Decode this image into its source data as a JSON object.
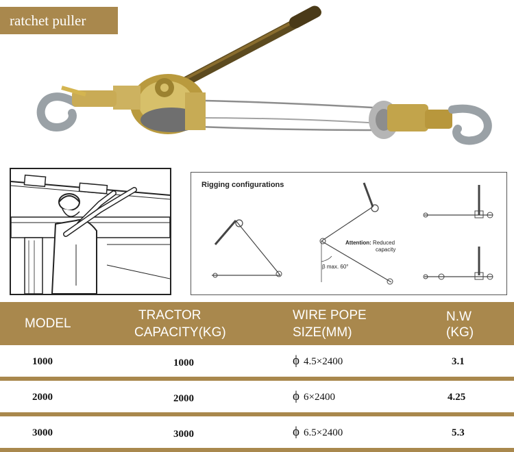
{
  "header": {
    "title": "ratchet puller"
  },
  "rigging": {
    "title": "Rigging configurations",
    "attention_label": "Attention:",
    "attention_text_line1": "Reduced",
    "attention_text_line2": "capacity",
    "beta_label": "β max. 60°"
  },
  "table": {
    "headers": {
      "model": "MODEL",
      "capacity_line1": "TRACTOR",
      "capacity_line2": "CAPACITY(KG)",
      "wire_line1": "WIRE POPE",
      "wire_line2": "SIZE(MM)",
      "nw_line1": "N.W",
      "nw_line2": "(KG)"
    },
    "rows": [
      {
        "model": "1000",
        "capacity": "1000",
        "wire_symbol": "ϕ",
        "wire": "4.5×2400",
        "nw": "3.1"
      },
      {
        "model": "2000",
        "capacity": "2000",
        "wire_symbol": "ϕ",
        "wire": "6×2400",
        "nw": "4.25"
      },
      {
        "model": "3000",
        "capacity": "3000",
        "wire_symbol": "ϕ",
        "wire": "6.5×2400",
        "nw": "5.3"
      }
    ]
  }
}
